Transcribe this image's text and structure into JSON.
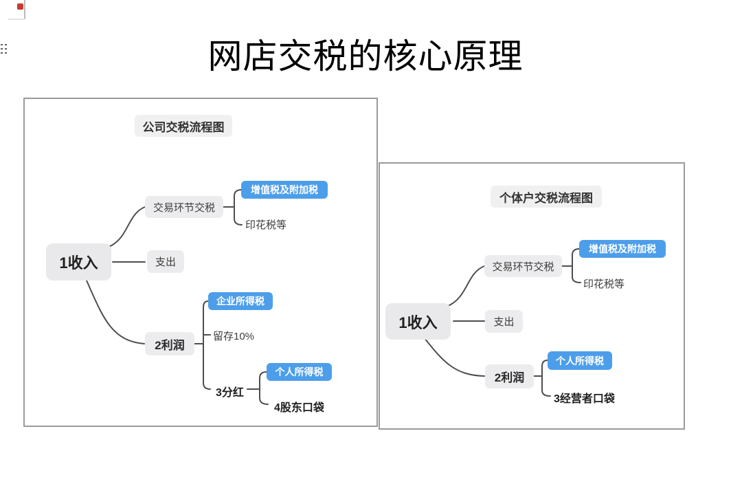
{
  "page": {
    "title": "网店交税的核心原理"
  },
  "icons": {
    "drag_handle": "drag-handle-dots-icon",
    "corner_marker": "page-corner-marker-icon",
    "red_marker": "red-marker-icon"
  },
  "colors": {
    "highlight_blue": "#4D9EEA",
    "node_gray": "#ECECEE",
    "header_gray": "#F0F0F0",
    "frame_border": "#9A9A9A",
    "connector": "#4D4D4D",
    "red_marker": "#C63A2F"
  },
  "diagrams": {
    "company": {
      "title": "公司交税流程图",
      "nodes": {
        "root": "1收入",
        "transaction": "交易环节交税",
        "vat": "增值税及附加税",
        "stamp": "印花税等",
        "expense": "支出",
        "profit": "2利润",
        "corporate_tax": "企业所得税",
        "retain": "留存10%",
        "dividend": "3分红",
        "personal_tax": "个人所得税",
        "shareholder": "4股东口袋"
      }
    },
    "individual": {
      "title": "个体户交税流程图",
      "nodes": {
        "root": "1收入",
        "transaction": "交易环节交税",
        "vat": "增值税及附加税",
        "stamp": "印花税等",
        "expense": "支出",
        "profit": "2利润",
        "personal_tax": "个人所得税",
        "owner": "3经营者口袋"
      }
    }
  }
}
